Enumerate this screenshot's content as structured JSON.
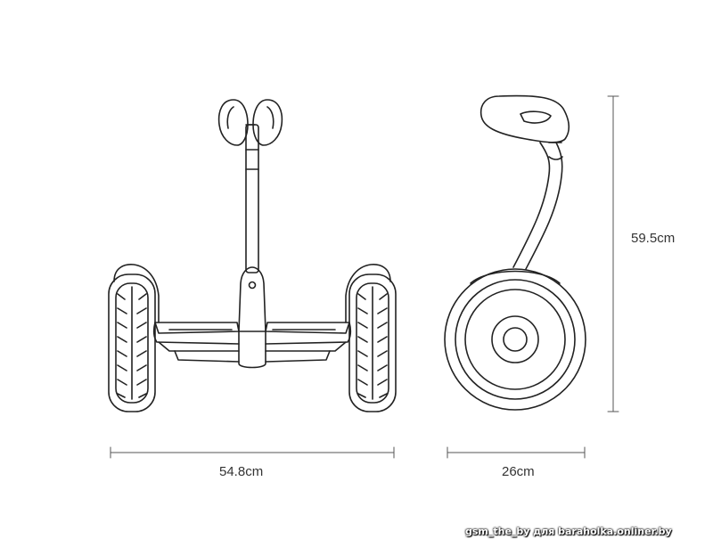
{
  "colors": {
    "line": "#222222",
    "dimension": "#555555",
    "label": "#333333",
    "background": "#ffffff"
  },
  "dimensions": {
    "width": "54.8cm",
    "depth": "26cm",
    "height": "59.5cm"
  },
  "watermark": "gsm_the_by для baraholka.onliner.by"
}
